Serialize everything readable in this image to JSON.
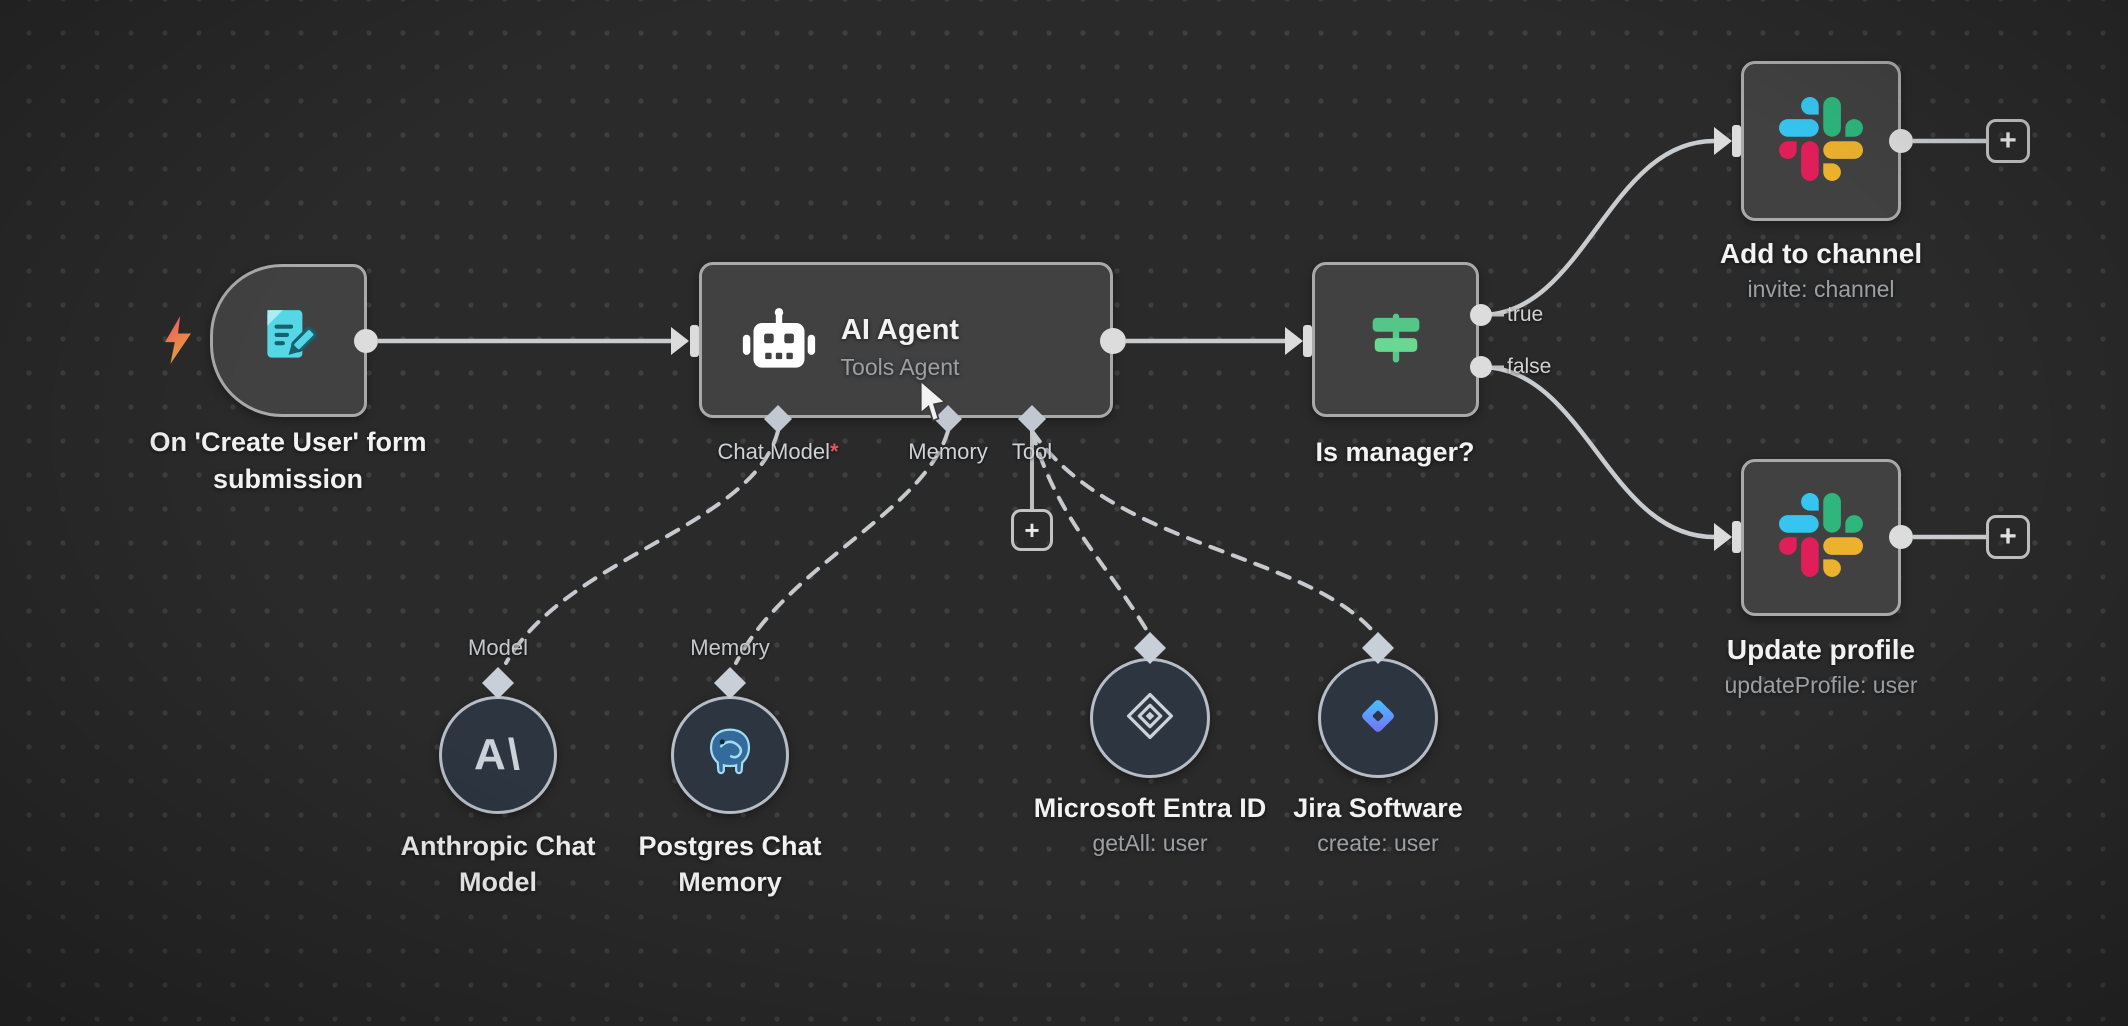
{
  "app": {
    "name": "workflow-canvas"
  },
  "plus": "+",
  "edge_labels": {
    "true_label": "true",
    "false_label": "false"
  },
  "nodes": {
    "form_trigger": {
      "label_line1": "On 'Create User' form",
      "label_line2": "submission"
    },
    "ai_agent": {
      "title": "AI Agent",
      "subtitle": "Tools Agent",
      "ports": {
        "chat_model": "Chat Model",
        "required_marker": "*",
        "memory": "Memory",
        "tool": "Tool"
      }
    },
    "is_manager": {
      "label": "Is manager?"
    },
    "add_to_channel": {
      "label": "Add to channel",
      "operation": "invite: channel"
    },
    "update_profile": {
      "label": "Update profile",
      "operation": "updateProfile: user"
    },
    "anthropic_chat_model": {
      "label_line1": "Anthropic Chat",
      "label_line2": "Model",
      "port_label": "Model",
      "logo_text": "A\\"
    },
    "postgres_chat_memory": {
      "label_line1": "Postgres Chat",
      "label_line2": "Memory",
      "port_label": "Memory"
    },
    "microsoft_entra_id": {
      "label": "Microsoft Entra ID",
      "operation": "getAll: user"
    },
    "jira_software": {
      "label": "Jira Software",
      "operation": "create: user"
    }
  },
  "colors": {
    "background": "#2a2a2a",
    "grid_dot": "#3f3f3f",
    "node_fill": "#414141",
    "node_border": "#a9a9a9",
    "subnode_fill": "#2c3540",
    "subnode_border": "#b7bdc7",
    "edge": "#c9cccf",
    "title_text": "#f2f2f2",
    "subtitle_text": "#9da0a3",
    "port_diamond": "#c2c8d2",
    "required_asterisk": "#e9555f",
    "trigger_bolt_top": "#f4566b",
    "trigger_bolt_bottom": "#f0a43e",
    "form_icon": "#55d7e5",
    "if_icon_green": "#57c98b",
    "slack_blue": "#36C5F0",
    "slack_green": "#2EB67D",
    "slack_yellow": "#ECB22E",
    "slack_red": "#E01E5A",
    "jira_gradient_start": "#41c6ff",
    "jira_gradient_end": "#7a6cff",
    "postgres_blue": "#356b9c"
  }
}
